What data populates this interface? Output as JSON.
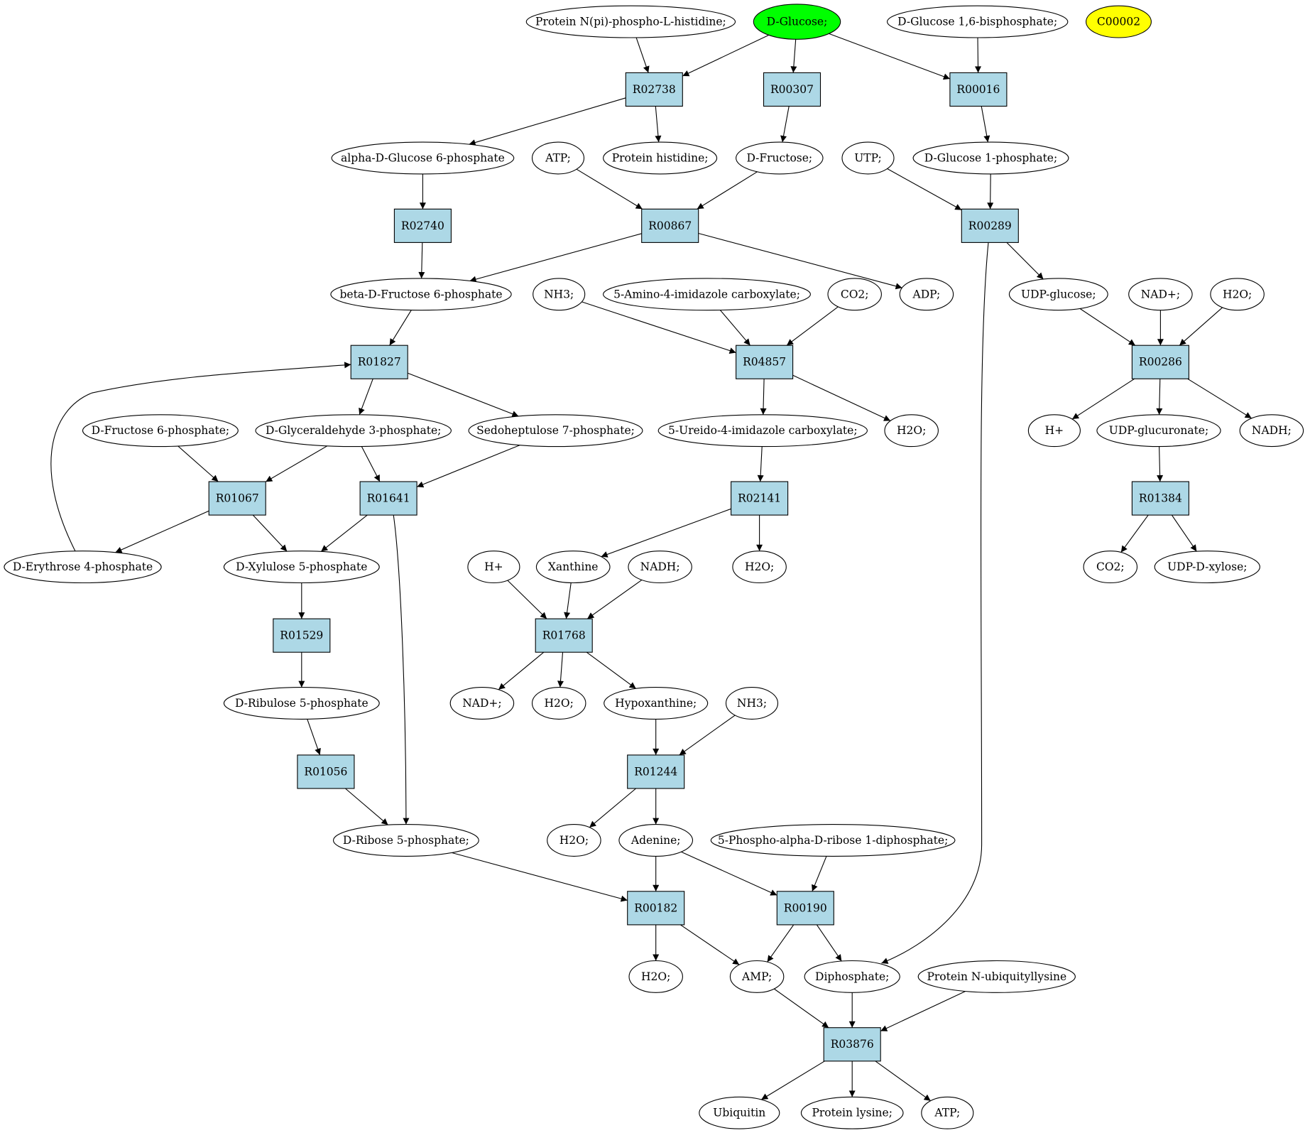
{
  "colors": {
    "reaction_fill": "#add8e6",
    "compound_fill": "#ffffff",
    "highlight_green": "#00ff00",
    "highlight_yellow": "#ffff00"
  },
  "compounds": {
    "c_prothis_p": {
      "label": "Protein N(pi)-phospho-L-histidine;"
    },
    "c_glc": {
      "label": "D-Glucose;",
      "fill": "#00ff00"
    },
    "c_glc16bp": {
      "label": "D-Glucose 1,6-bisphosphate;"
    },
    "c_c00002": {
      "label": "C00002",
      "fill": "#ffff00"
    },
    "c_ag6p": {
      "label": "alpha-D-Glucose 6-phosphate"
    },
    "c_atp1": {
      "label": "ATP;"
    },
    "c_prothis": {
      "label": "Protein histidine;"
    },
    "c_fru": {
      "label": "D-Fructose;"
    },
    "c_utp": {
      "label": "UTP;"
    },
    "c_g1p": {
      "label": "D-Glucose 1-phosphate;"
    },
    "c_bf6p": {
      "label": "beta-D-Fructose 6-phosphate"
    },
    "c_nh3a": {
      "label": "NH3;"
    },
    "c_aica": {
      "label": "5-Amino-4-imidazole carboxylate;"
    },
    "c_co2a": {
      "label": "CO2;"
    },
    "c_adp": {
      "label": "ADP;"
    },
    "c_udpglc": {
      "label": "UDP-glucose;"
    },
    "c_nada": {
      "label": "NAD+;"
    },
    "c_h2oa": {
      "label": "H2O;"
    },
    "c_df6p": {
      "label": "D-Fructose 6-phosphate;"
    },
    "c_g3p": {
      "label": "D-Glyceraldehyde 3-phosphate;"
    },
    "c_s7p": {
      "label": "Sedoheptulose 7-phosphate;"
    },
    "c_uica": {
      "label": "5-Ureido-4-imidazole carboxylate;"
    },
    "c_h2ob": {
      "label": "H2O;"
    },
    "c_ha": {
      "label": "H+"
    },
    "c_udpglcu": {
      "label": "UDP-glucuronate;"
    },
    "c_nadha": {
      "label": "NADH;"
    },
    "c_e4p": {
      "label": "D-Erythrose 4-phosphate"
    },
    "c_xu5p": {
      "label": "D-Xylulose 5-phosphate"
    },
    "c_hb": {
      "label": "H+"
    },
    "c_xan": {
      "label": "Xanthine"
    },
    "c_nadhb": {
      "label": "NADH;"
    },
    "c_h2oc": {
      "label": "H2O;"
    },
    "c_co2b": {
      "label": "CO2;"
    },
    "c_udpxyl": {
      "label": "UDP-D-xylose;"
    },
    "c_ru5p": {
      "label": "D-Ribulose 5-phosphate"
    },
    "c_nadb": {
      "label": "NAD+;"
    },
    "c_h2od": {
      "label": "H2O;"
    },
    "c_hyp": {
      "label": "Hypoxanthine;"
    },
    "c_nh3b": {
      "label": "NH3;"
    },
    "c_r5p": {
      "label": "D-Ribose 5-phosphate;"
    },
    "c_h2oe": {
      "label": "H2O;"
    },
    "c_ade": {
      "label": "Adenine;"
    },
    "c_prpp": {
      "label": "5-Phospho-alpha-D-ribose 1-diphosphate;"
    },
    "c_h2of": {
      "label": "H2O;"
    },
    "c_amp": {
      "label": "AMP;"
    },
    "c_ppi": {
      "label": "Diphosphate;"
    },
    "c_protub": {
      "label": "Protein N-ubiquityllysine"
    },
    "c_ubq": {
      "label": "Ubiquitin"
    },
    "c_protlys": {
      "label": "Protein lysine;"
    },
    "c_atp2": {
      "label": "ATP;"
    }
  },
  "reactions": {
    "r_R02738": {
      "label": "R02738"
    },
    "r_R00307": {
      "label": "R00307"
    },
    "r_R00016": {
      "label": "R00016"
    },
    "r_R02740": {
      "label": "R02740"
    },
    "r_R00867": {
      "label": "R00867"
    },
    "r_R00289": {
      "label": "R00289"
    },
    "r_R04857": {
      "label": "R04857"
    },
    "r_R00286": {
      "label": "R00286"
    },
    "r_R01827": {
      "label": "R01827"
    },
    "r_R01067": {
      "label": "R01067"
    },
    "r_R01641": {
      "label": "R01641"
    },
    "r_R02141": {
      "label": "R02141"
    },
    "r_R01384": {
      "label": "R01384"
    },
    "r_R01529": {
      "label": "R01529"
    },
    "r_R01768": {
      "label": "R01768"
    },
    "r_R01056": {
      "label": "R01056"
    },
    "r_R01244": {
      "label": "R01244"
    },
    "r_R00182": {
      "label": "R00182"
    },
    "r_R00190": {
      "label": "R00190"
    },
    "r_R03876": {
      "label": "R03876"
    }
  }
}
